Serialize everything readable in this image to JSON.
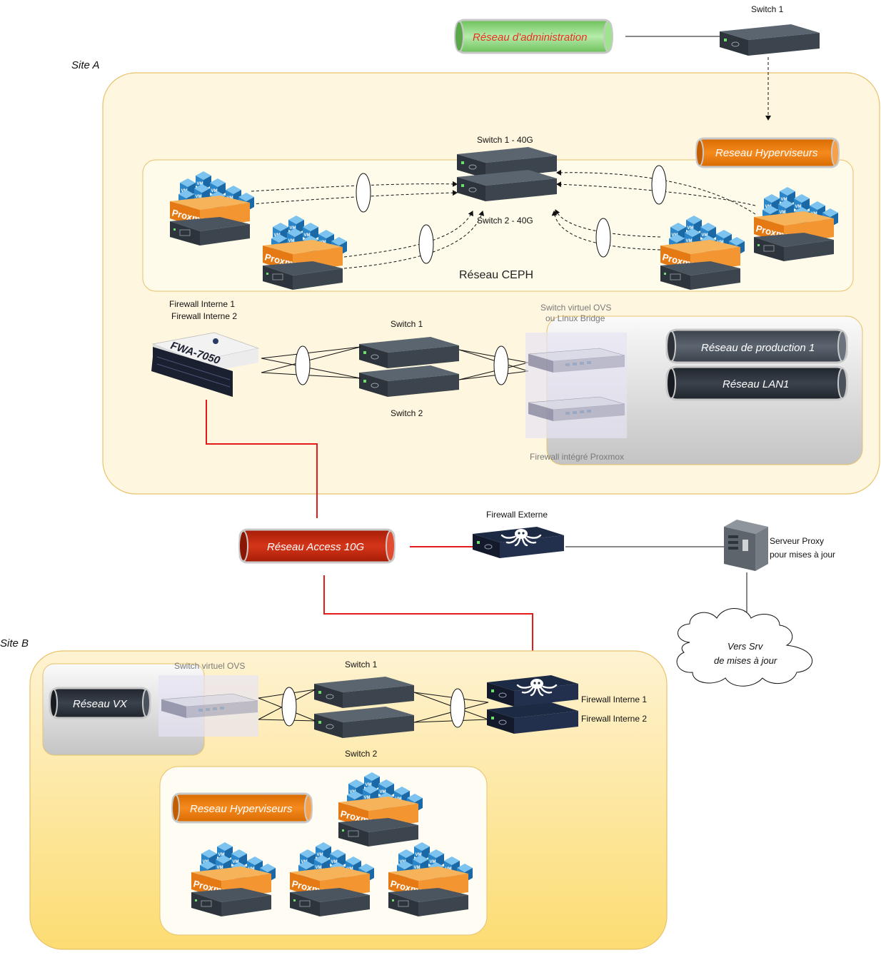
{
  "sites": {
    "a": "Site A",
    "b": "Site B"
  },
  "networks": {
    "admin": "Réseau d'administration",
    "hyperviseurs_a": "Reseau Hyperviseurs",
    "ceph": "Réseau CEPH",
    "production": "Réseau de production 1",
    "lan": "Réseau LAN1",
    "access": "Réseau  Access 10G",
    "vx": "Réseau VX",
    "hyperviseurs_b": "Reseau Hyperviseurs"
  },
  "devices": {
    "switch_admin": "Switch  1",
    "switch_40g_1": "Switch  1  - 40G",
    "switch_40g_2": "Switch  2  - 40G",
    "fw_int_a_1": "Firewall Interne  1",
    "fw_int_a_2": "Firewall Interne  2",
    "fwa_model": "FWA-7050",
    "switch_a_1": "Switch  1",
    "switch_a_2": "Switch  2",
    "vswitch_a_1": "Switch virtuel OVS",
    "vswitch_a_2": "ou Linux Bridge",
    "fw_integre": "Firewall intégré  Proxmox",
    "fw_externe": "Firewall Externe",
    "proxy_1": "Serveur Proxy",
    "proxy_2": "pour mises à jour",
    "cloud_1": "Vers Srv",
    "cloud_2": "de mises à jour",
    "vswitch_b": "Switch virtuel OVS",
    "switch_b_1": "Switch  1",
    "switch_b_2": "Switch  2",
    "fw_int_b_1": "Firewall Interne  1",
    "fw_int_b_2": "Firewall Interne  2"
  },
  "node": {
    "brand": "Proxmox",
    "vm": "VM"
  },
  "colors": {
    "site_fill": "#fef6de",
    "site_stroke": "#e8c26a",
    "pipe_green": "#8ed77b",
    "pipe_orange": "#f07d12",
    "pipe_red": "#cc2a0e",
    "pipe_dark": "#2f3640",
    "link_red": "#e31b1b",
    "switch_top": "#4a5560"
  }
}
